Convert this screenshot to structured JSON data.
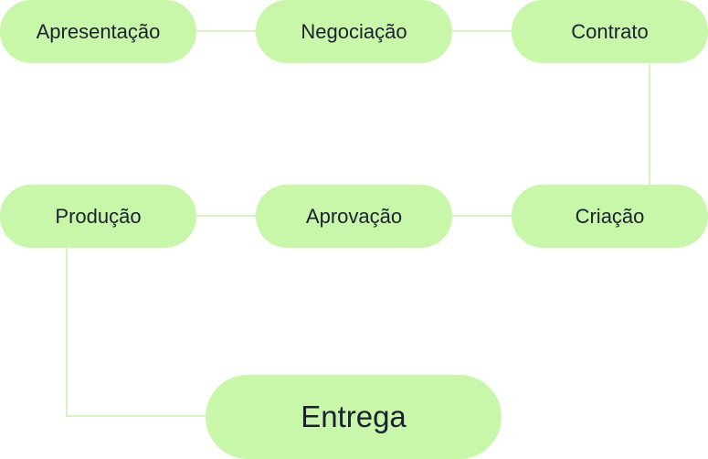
{
  "colors": {
    "node_fill": "#c9f7a9",
    "connector": "#d4f5bd",
    "text": "#1c2033"
  },
  "nodes": {
    "apresentacao": "Apresentação",
    "negociacao": "Negociação",
    "contrato": "Contrato",
    "criacao": "Criação",
    "aprovacao": "Aprovação",
    "producao": "Produção",
    "entrega": "Entrega"
  }
}
